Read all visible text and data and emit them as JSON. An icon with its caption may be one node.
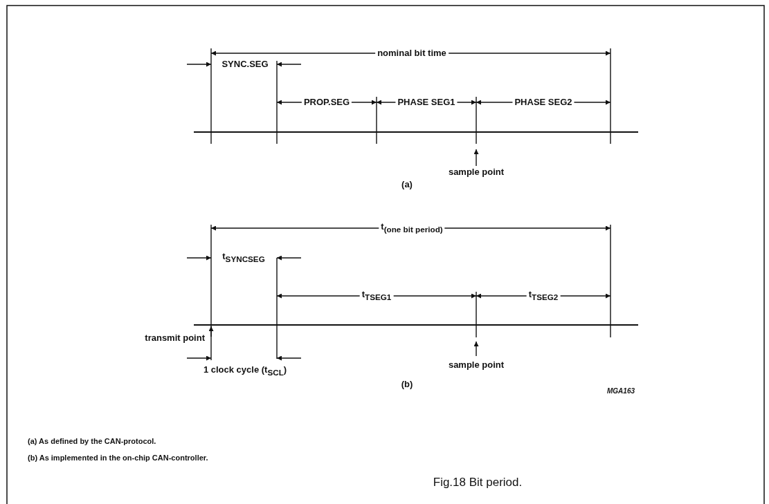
{
  "diagram": {
    "caption": "Fig.18  Bit period.",
    "labels": [
      "nominal bit time",
      "SYNC.SEG",
      "PROP.SEG",
      "PHASE SEG1",
      "PHASE SEG2",
      "sample point",
      "(a)",
      "t$_{(one bit period)}$",
      "t$_{SYNCSEG}$",
      "t$_{TSEG1}$",
      "t$_{TSEG2}$",
      "transmit point",
      "1 clock cycle (t$_{SCL}$)",
      "sample point",
      "(b)",
      "MGA163",
      "(a) As defined by the CAN-protocol.",
      "(b) As implemented in the on-chip CAN-controller."
    ]
  }
}
